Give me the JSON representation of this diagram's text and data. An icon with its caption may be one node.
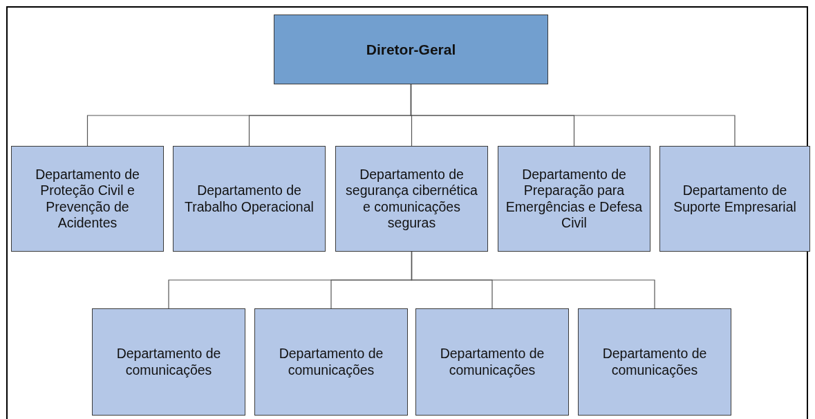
{
  "diagram": {
    "nodes": [
      {
        "text": [
          "Diretor-Geral"
        ]
      },
      {
        "text": [
          "Departamento de Proteção Civil e Prevenção de Acidentes"
        ]
      },
      {
        "text": [
          "Departamento de Trabalho Operacional"
        ]
      },
      {
        "text": [
          "Departamento de segurança cibernética e comunicações seguras"
        ]
      },
      {
        "text": [
          "Departamento de Preparação para Emergências e Defesa Civil"
        ]
      },
      {
        "text": [
          "Departamento de Suporte Empresarial"
        ]
      },
      {
        "text": [
          "Departamento de comunicações"
        ]
      },
      {
        "text": [
          "Departamento de comunicações"
        ]
      },
      {
        "text": [
          "Departamento de comunicações"
        ]
      },
      {
        "text": [
          "Departamento de comunicações"
        ]
      }
    ],
    "edges": [
      {
        "from": 0,
        "to": 1,
        "arrow": "none"
      },
      {
        "from": 0,
        "to": 2,
        "arrow": "none"
      },
      {
        "from": 0,
        "to": 3,
        "arrow": "none"
      },
      {
        "from": 0,
        "to": 4,
        "arrow": "none"
      },
      {
        "from": 0,
        "to": 5,
        "arrow": "none"
      },
      {
        "from": 3,
        "to": 6,
        "arrow": "none"
      },
      {
        "from": 3,
        "to": 7,
        "arrow": "none"
      },
      {
        "from": 3,
        "to": 8,
        "arrow": "none"
      },
      {
        "from": 3,
        "to": 9,
        "arrow": "none"
      }
    ]
  }
}
